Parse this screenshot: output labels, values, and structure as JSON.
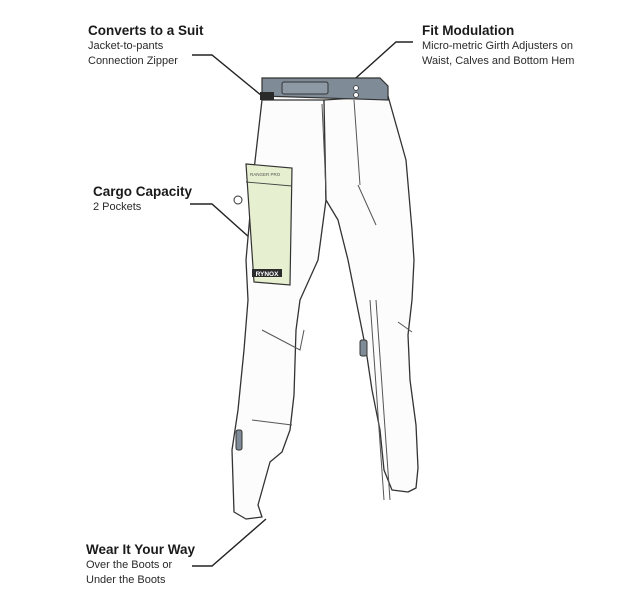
{
  "callouts": {
    "suit": {
      "title": "Converts to a Suit",
      "lines": [
        "Jacket-to-pants",
        "Connection Zipper"
      ]
    },
    "fit": {
      "title": "Fit Modulation",
      "lines": [
        "Micro-metric Girth Adjusters on",
        "Waist, Calves and Bottom Hem"
      ]
    },
    "cargo": {
      "title": "Cargo Capacity",
      "lines": [
        "2 Pockets"
      ]
    },
    "wear": {
      "title": "Wear It Your Way",
      "lines": [
        "Over the Boots or",
        "Under the Boots"
      ]
    }
  },
  "illustration": {
    "pocket_brand_label": "RYNOX",
    "pocket_model_label": "RANGER PRO"
  },
  "colors": {
    "pocket_fill": "#e6efcf",
    "waist_strap": "#7f8c98",
    "outline": "#333333",
    "leader_line": "#222222"
  }
}
